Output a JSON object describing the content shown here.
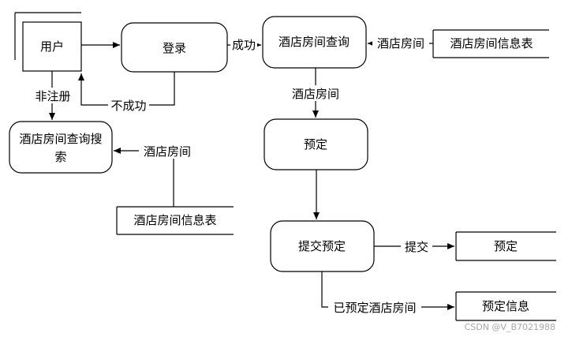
{
  "nodes": {
    "user": "用户",
    "login": "登录",
    "hotel_query": "酒店房间查询",
    "search_line1": "酒店房间查询搜",
    "search_line2": "索",
    "hotel_info_store_top": "酒店房间信息表",
    "hotel_info_store_left": "酒店房间信息表",
    "booking": "预定",
    "submit_booking": "提交预定",
    "booking_store": "预定",
    "booking_info_store": "预定信息"
  },
  "flows": {
    "success": "成功",
    "fail": "不成功",
    "unregistered": "非注册",
    "hotel_room_top": "酒店房间",
    "hotel_room_mid": "酒店房间",
    "hotel_room_left": "酒店房间",
    "submit": "提交",
    "booked_rooms": "已预定酒店房间"
  },
  "watermark": "CSDN @V_B7021988"
}
